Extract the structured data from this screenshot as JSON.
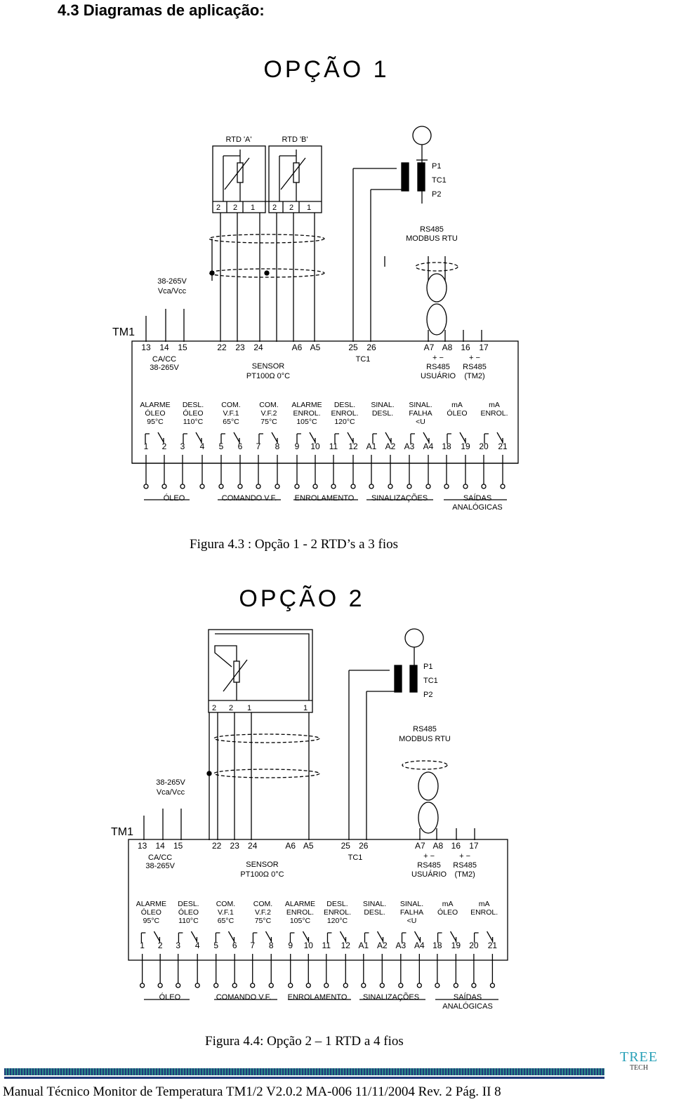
{
  "page": {
    "heading": "4.3 Diagramas de aplicação:"
  },
  "diagram1": {
    "title": "OPÇÃO 1",
    "rtd_labels": [
      "RTD 'A'",
      "RTD 'B'"
    ],
    "rtd_a_pins": [
      "2",
      "2",
      "1"
    ],
    "rtd_b_pins": [
      "2",
      "2",
      "1"
    ],
    "tc_labels": [
      "P1",
      "TC1",
      "P2"
    ],
    "rs485_label": [
      "RS485",
      "MODBUS RTU"
    ],
    "supply_label": [
      "38-265V",
      "Vca/Vcc"
    ],
    "tm_label": "TM1",
    "top_terminals": [
      "13",
      "14",
      "15",
      "22",
      "23",
      "24",
      "A6",
      "A5",
      "25",
      "26",
      "A7",
      "A8",
      "16",
      "17"
    ],
    "top_texts": {
      "cacc": [
        "CA/CC",
        "38-265V"
      ],
      "sensor": [
        "SENSOR",
        "PT100Ω 0°C"
      ],
      "tc": "TC1",
      "rs_user": [
        "+   −",
        "RS485",
        "USUÁRIO"
      ],
      "rs_tm2": [
        "+   −",
        "RS485",
        "(TM2)"
      ]
    },
    "outputs": [
      [
        "ALARME",
        "ÓLEO",
        "95°C"
      ],
      [
        "DESL.",
        "ÓLEO",
        "110°C"
      ],
      [
        "COM.",
        "V.F.1",
        "65°C"
      ],
      [
        "COM.",
        "V.F.2",
        "75°C"
      ],
      [
        "ALARME",
        "ENROL.",
        "105°C"
      ],
      [
        "DESL.",
        "ENROL.",
        "120°C"
      ],
      [
        "SINAL.",
        "DESL."
      ],
      [
        "SINAL.",
        "FALHA",
        "<U"
      ],
      [
        "mA",
        "ÓLEO"
      ],
      [
        "mA",
        "ENROL."
      ]
    ],
    "bottom_terminals": [
      "1",
      "2",
      "3",
      "4",
      "5",
      "6",
      "7",
      "8",
      "9",
      "10",
      "11",
      "12",
      "A1",
      "A2",
      "A3",
      "A4",
      "18",
      "19",
      "20",
      "21"
    ],
    "groups": [
      "ÓLEO",
      "COMANDO V.F.",
      "ENROLAMENTO",
      "SINALIZAÇÕES",
      "SAÍDAS ANALÓGICAS"
    ]
  },
  "caption1": "Figura 4.3 : Opção 1 - 2 RTD’s a 3 fios",
  "diagram2": {
    "title": "OPÇÃO 2",
    "rtd_pins": [
      "2",
      "2",
      "1",
      "1"
    ],
    "tc_labels": [
      "P1",
      "TC1",
      "P2"
    ],
    "rs485_label": [
      "RS485",
      "MODBUS RTU"
    ],
    "supply_label": [
      "38-265V",
      "Vca/Vcc"
    ],
    "tm_label": "TM1"
  },
  "caption2": "Figura 4.4: Opção 2 – 1 RTD a 4 fios",
  "footer": {
    "text": "Manual Técnico Monitor de Temperatura TM1/2 V2.0.2 MA-006  11/11/2004  Rev. 2   Pág. II  8",
    "logo_main": "TREE",
    "logo_sub": "TECH"
  }
}
